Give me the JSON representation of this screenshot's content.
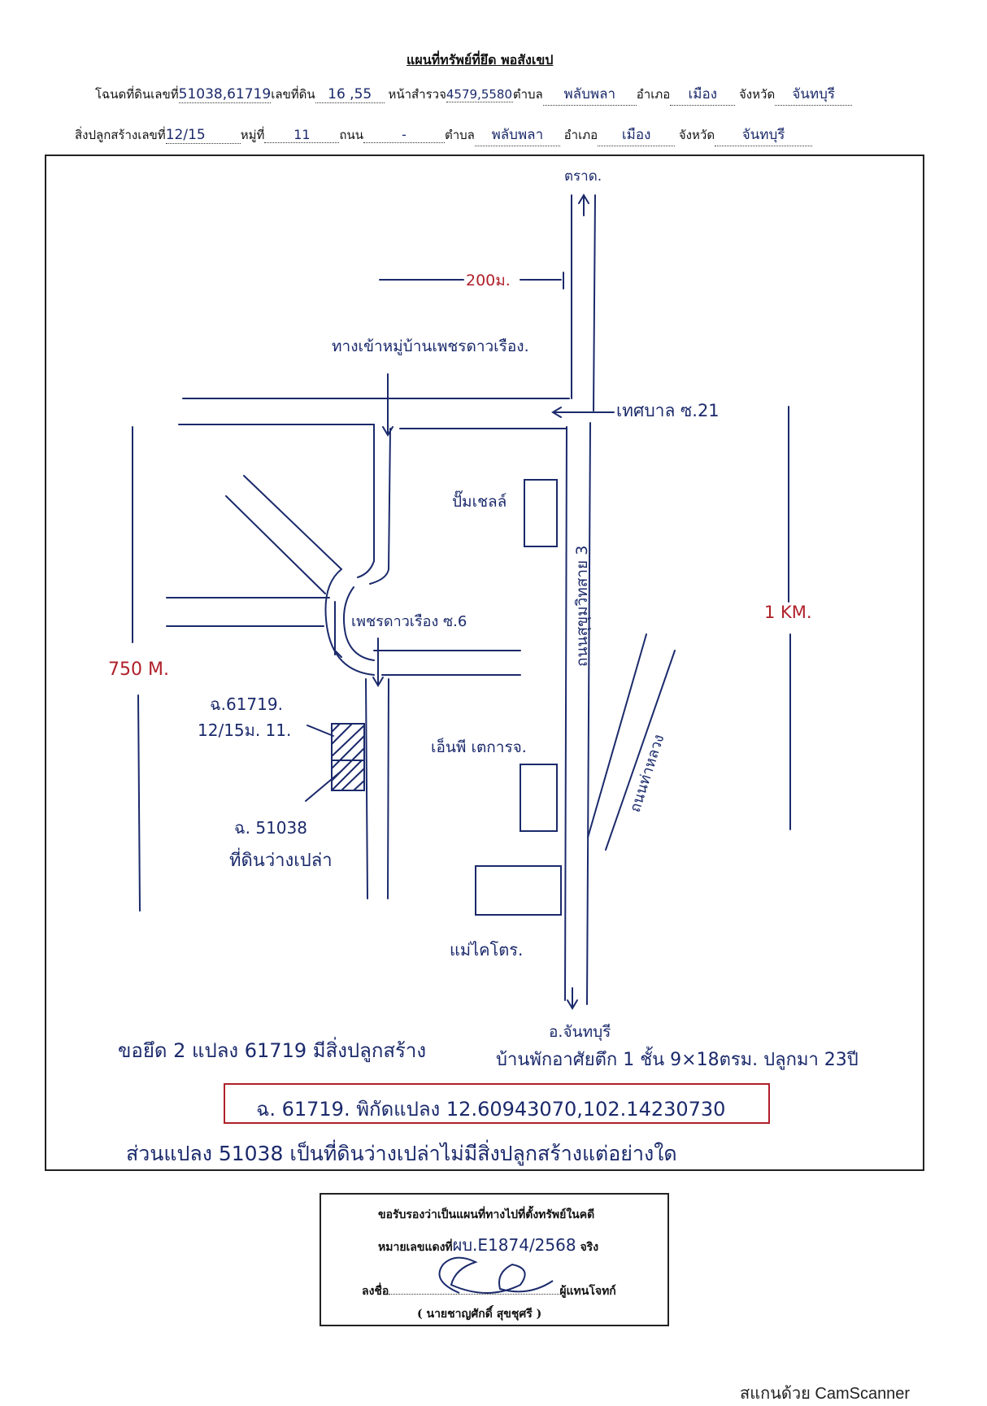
{
  "header": {
    "title": "แผนที่ทรัพย์ที่ยึด พอสังเขป",
    "line1": {
      "label_deed": "โฉนดที่ดินเลขที่",
      "deed_no": "51038,61719",
      "label_land_no": "เลขที่ดิน",
      "land_no": "16 ,55",
      "label_survey": "หน้าสำรวจ",
      "survey_no": "4579,5580",
      "label_tambon": "ตำบล",
      "tambon": "พลับพลา",
      "label_amphoe": "อำเภอ",
      "amphoe": "เมือง",
      "label_province": "จังหวัด",
      "province": "จันทบุรี"
    },
    "line2": {
      "label_building": "สิ่งปลูกสร้างเลขที่",
      "building_no": "12/15",
      "label_moo": "หมู่ที่",
      "moo": "11",
      "label_road": "ถนน",
      "road": "-",
      "label_tambon": "ตำบล",
      "tambon": "พลับพลา",
      "label_amphoe": "อำเภอ",
      "amphoe": "เมือง",
      "label_province": "จังหวัด",
      "province": "จันทบุรี"
    }
  },
  "map": {
    "north_label": "ตราด.",
    "dist_200": "200ม.",
    "village_label": "ทางเข้าหมู่บ้านเพชรดาวเรือง.",
    "municipal_label": "เทศบาล ซ.21",
    "shell_label": "ปั๊มเชลล์",
    "highway_label": "ถนนสุขุมวิทสาย 3",
    "dist_1km": "1 KM.",
    "dist_750": "750 M.",
    "soi_label": "เพชรดาวเรือง ซ.6",
    "plot1_line1": "ฉ.61719.",
    "plot1_line2": "12/15ม. 11.",
    "plot2_line1": "ฉ. 51038",
    "plot2_line2": "ที่ดินว่างเปล่า",
    "electrical_label": "เอ็นพี เตการจ.",
    "tha_luang_label": "ถนนท่าหลวง",
    "mei_label": "แม่ไคโตร.",
    "south_label": "อ.จันทบุรี",
    "note1": "ขอยึด 2 แปลง 61719 มีสิ่งปลูกสร้าง",
    "note2": "บ้านพักอาศัยตึก 1 ชั้น 9×18ตรม. ปลูกมา 23ปี",
    "coord_note": "ฉ. 61719. พิกัดแปลง 12.60943070,102.14230730",
    "note3": "ส่วนแปลง 51038 เป็นที่ดินว่างเปล่าไม่มีสิ่งปลูกสร้างแต่อย่างใด"
  },
  "certification": {
    "line1": "ขอรับรองว่าเป็นแผนที่ทางไปที่ตั้งทรัพย์ในคดี",
    "line2_label": "หมายเลขแดงที่",
    "case_no": "ผบ.E1874/2568",
    "line2_end": "จริง",
    "sign_label": "ลงชื่อ",
    "sign_role": "ผู้แทนโจทก์",
    "name": "( นายชาญศักดิ์ สุขชุศรี )"
  },
  "footer": {
    "watermark": "สแกนด้วย CamScanner"
  },
  "colors": {
    "ink": "#1b2a6b",
    "red_ink": "#b0202a",
    "frame": "#222222"
  }
}
